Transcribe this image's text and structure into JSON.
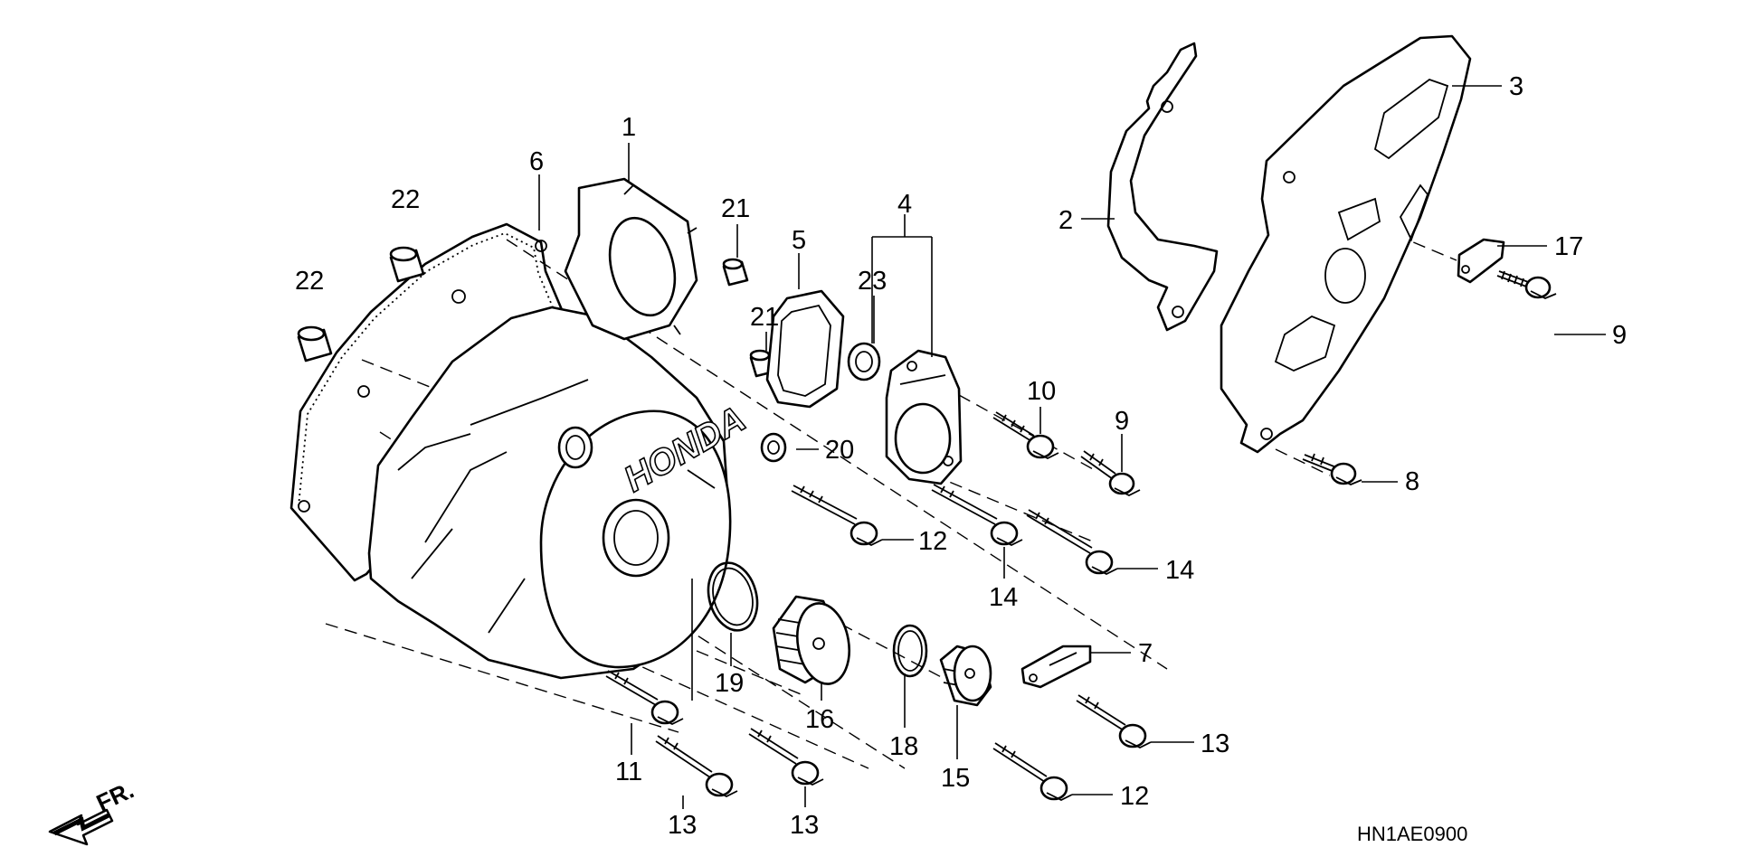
{
  "diagram": {
    "code": "HN1AE0900",
    "logo_text": "HONDA",
    "front_label": "FR."
  },
  "callouts": {
    "c1": "1",
    "c2": "2",
    "c3": "3",
    "c4": "4",
    "c5": "5",
    "c6": "6",
    "c7": "7",
    "c8": "8",
    "c9a": "9",
    "c9b": "9",
    "c10": "10",
    "c11": "11",
    "c12a": "12",
    "c12b": "12",
    "c13a": "13",
    "c13b": "13",
    "c13c": "13",
    "c14a": "14",
    "c14b": "14",
    "c15": "15",
    "c16": "16",
    "c17": "17",
    "c18": "18",
    "c19": "19",
    "c20": "20",
    "c21a": "21",
    "c21b": "21",
    "c22a": "22",
    "c22b": "22",
    "c23": "23"
  }
}
